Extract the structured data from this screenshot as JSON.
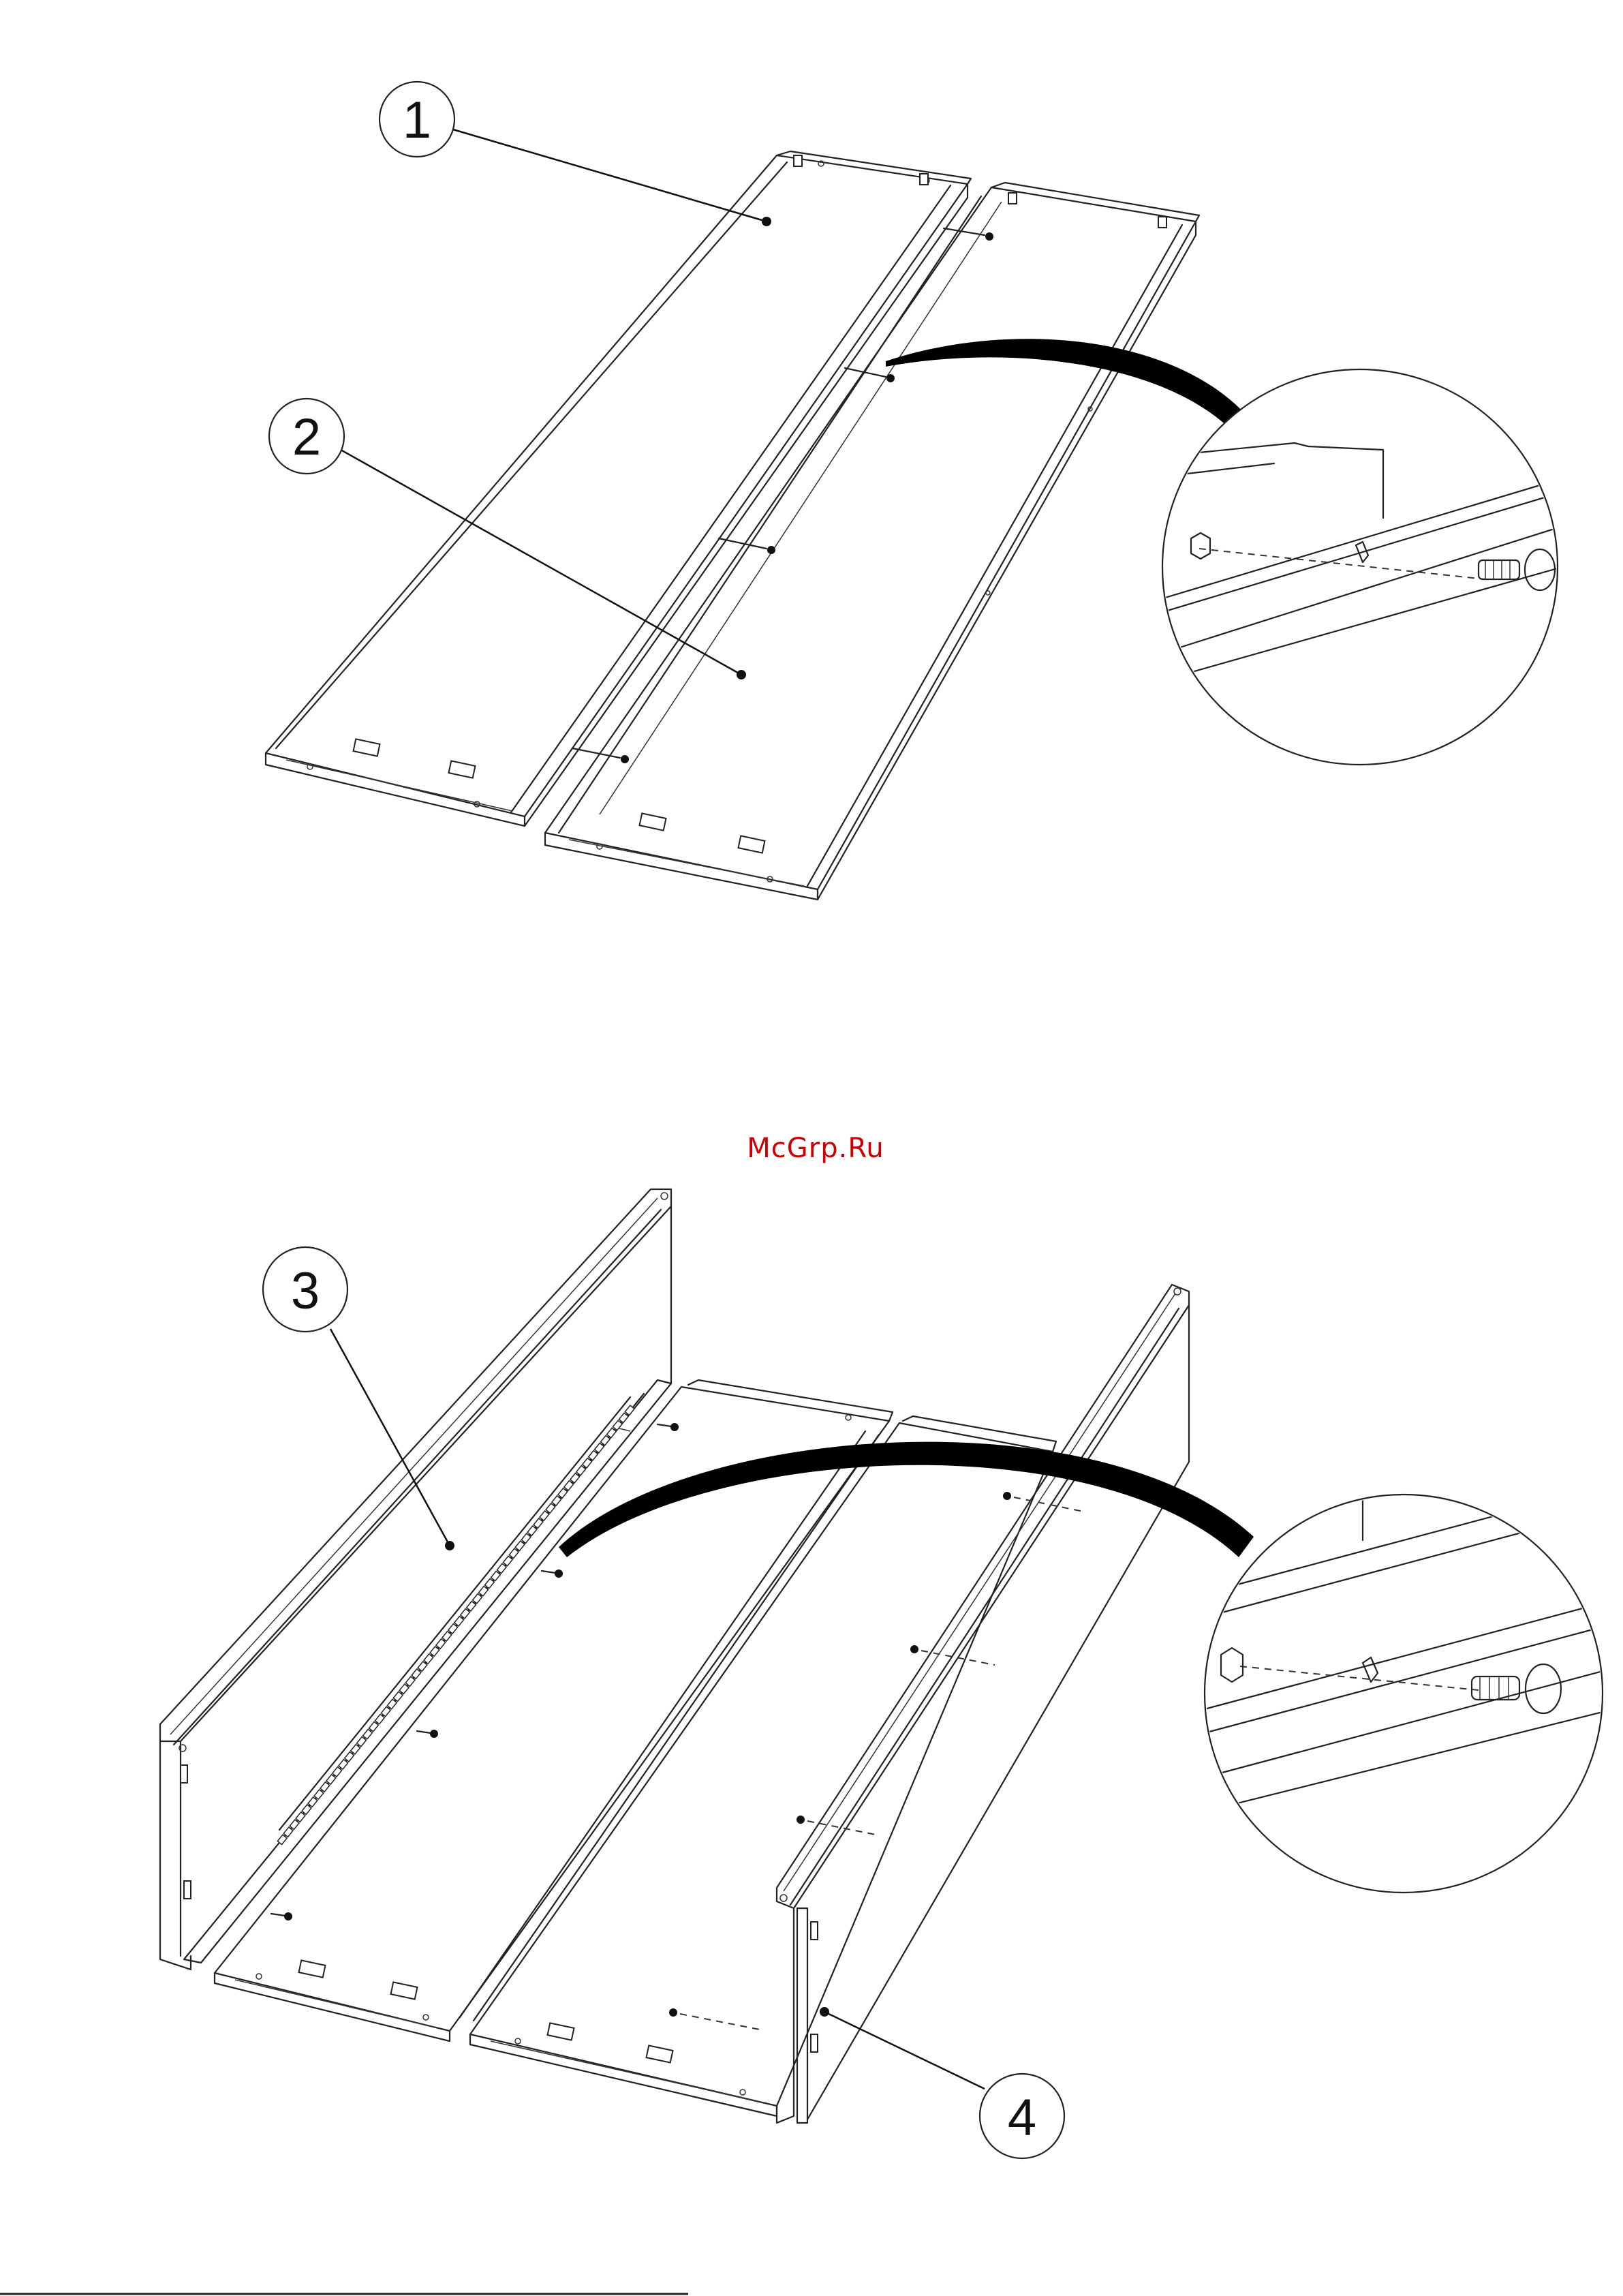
{
  "watermark": {
    "text": "McGrp.Ru",
    "color": "#cc0000"
  },
  "callouts": [
    {
      "label": "1"
    },
    {
      "label": "2"
    },
    {
      "label": "3"
    },
    {
      "label": "4"
    }
  ],
  "colors": {
    "line": "#222222",
    "arc": "#000000",
    "background": "#ffffff"
  },
  "icons": [
    "screw-icon",
    "nut-icon",
    "detail-magnifier-icon"
  ]
}
